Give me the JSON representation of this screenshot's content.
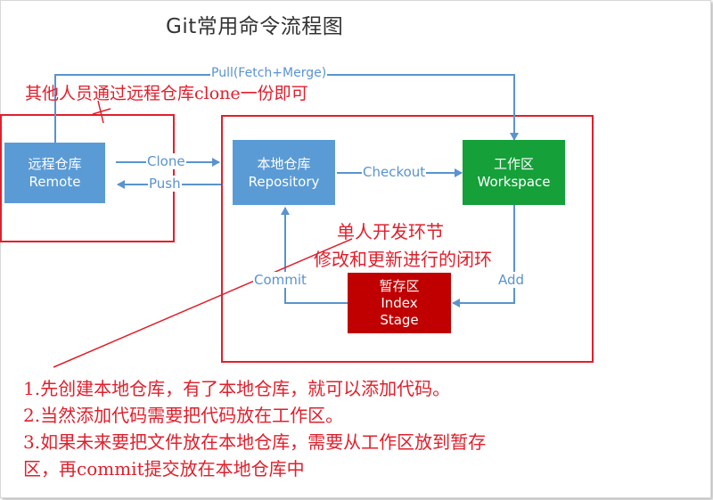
{
  "title": "Git常用命令流程图",
  "nodes": {
    "remote": {
      "line1": "远程仓库",
      "line2": "Remote",
      "color": "#5b9bd5"
    },
    "repository": {
      "line1": "本地仓库",
      "line2": "Repository",
      "color": "#5b9bd5"
    },
    "workspace": {
      "line1": "工作区",
      "line2": "Workspace",
      "color": "#15a03a"
    },
    "index": {
      "line1": "暂存区",
      "line2": "Index",
      "line3": "Stage",
      "color": "#c00000"
    }
  },
  "edges": {
    "pull": "Pull(Fetch+Merge)",
    "clone": "Clone",
    "push": "Push",
    "checkout": "Checkout",
    "commit": "Commit",
    "add": "Add"
  },
  "annotations": {
    "clone_note": "其他人员通过远程仓库clone一份即可",
    "single_dev_line1": "单人开发环节",
    "single_dev_line2": "修改和更新进行的闭环",
    "steps": [
      "1.先创建本地仓库，有了本地仓库，就可以添加代码。",
      "2.当然添加代码需要把代码放在工作区。",
      "3.如果未来要把文件放在本地仓库，需要从工作区放到暂存",
      "区，再commit提交放在本地仓库中"
    ]
  },
  "colors": {
    "annotation_red": "#e0202c",
    "arrow_blue": "#5a93d0"
  }
}
